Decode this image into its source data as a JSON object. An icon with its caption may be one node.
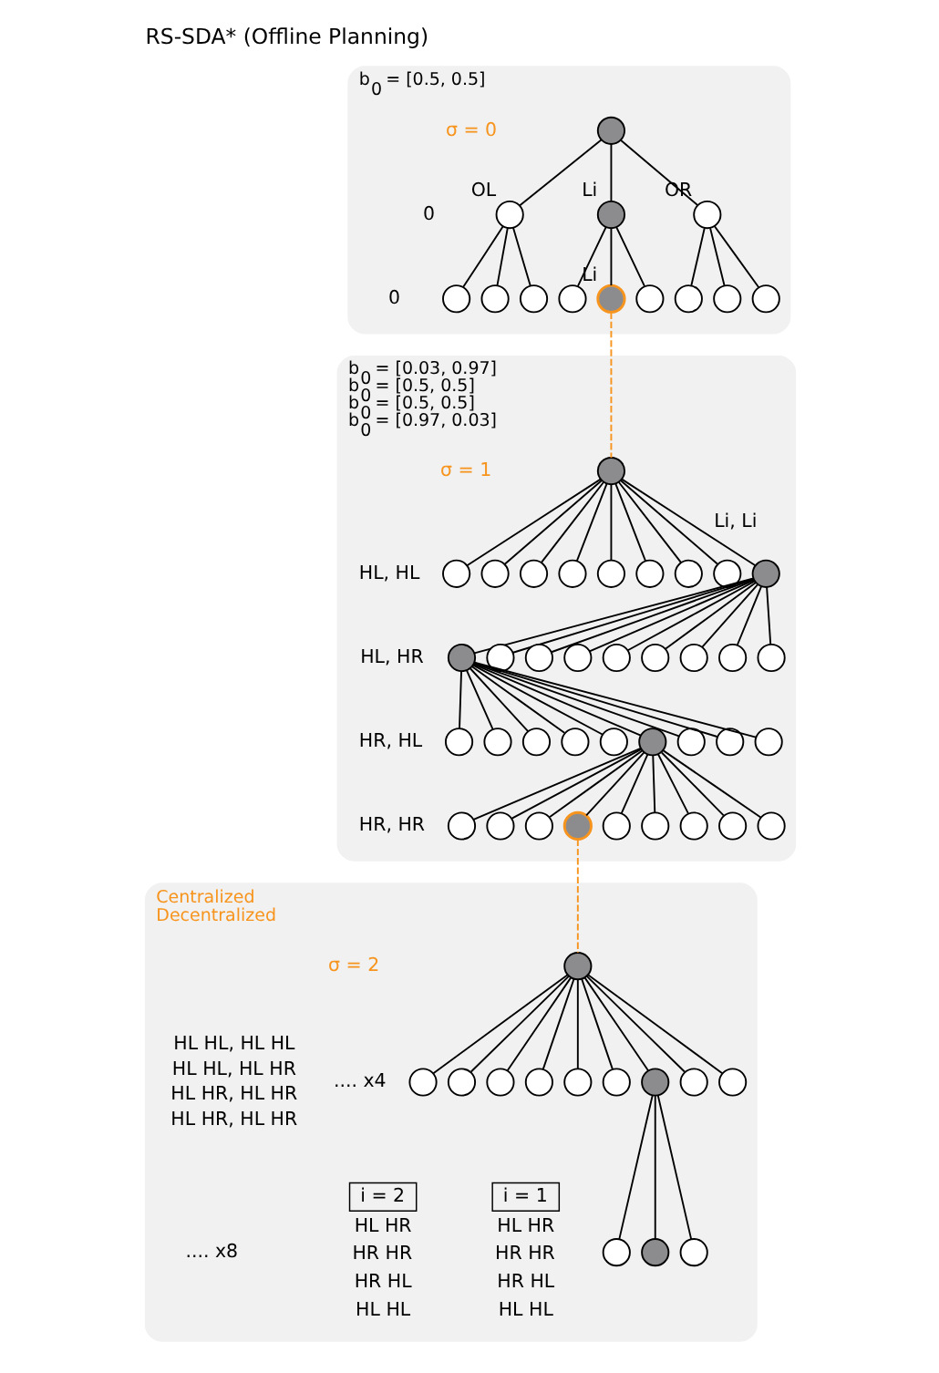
{
  "diagram": {
    "title": "RS-SDA* (Offline Planning)",
    "nodes": [
      {
        "text": [
          "b$_{0}$ = [0.5, 0.5]"
        ]
      },
      {
        "text": [],
        "shape": "circle",
        "in": 0
      },
      {
        "text": [],
        "shape": "circle",
        "in": 0,
        "beside": [
          "OL"
        ]
      },
      {
        "text": [],
        "shape": "circle",
        "in": 0,
        "beside": [
          "Li"
        ]
      },
      {
        "text": [],
        "shape": "circle",
        "in": 0,
        "beside": [
          "OR"
        ]
      },
      {
        "text": [],
        "shape": "circle",
        "in": 0
      },
      {
        "text": [],
        "shape": "circle",
        "in": 0
      },
      {
        "text": [],
        "shape": "circle",
        "in": 0
      },
      {
        "text": [],
        "shape": "circle",
        "in": 0
      },
      {
        "text": [],
        "shape": "circle",
        "in": 0,
        "beside": [
          "Li"
        ]
      },
      {
        "text": [],
        "shape": "circle",
        "in": 0
      },
      {
        "text": [],
        "shape": "circle",
        "in": 0
      },
      {
        "text": [],
        "shape": "circle",
        "in": 0
      },
      {
        "text": [],
        "shape": "circle",
        "in": 0
      },
      {
        "text": [
          "b$_{0}$ = [0.03, 0.97]",
          "b$_{0}$ = [0.5, 0.5]",
          "b$_{0}$ = [0.5, 0.5]",
          "b$_{0}$ = [0.97, 0.03]"
        ]
      },
      {
        "text": [],
        "shape": "circle",
        "in": 14
      },
      {
        "text": [],
        "shape": "circle",
        "in": 14
      },
      {
        "text": [],
        "shape": "circle",
        "in": 14
      },
      {
        "text": [],
        "shape": "circle",
        "in": 14
      },
      {
        "text": [],
        "shape": "circle",
        "in": 14
      },
      {
        "text": [],
        "shape": "circle",
        "in": 14
      },
      {
        "text": [],
        "shape": "circle",
        "in": 14
      },
      {
        "text": [],
        "shape": "circle",
        "in": 14
      },
      {
        "text": [],
        "shape": "circle",
        "in": 14
      },
      {
        "text": [],
        "shape": "circle",
        "in": 14
      },
      {
        "text": [],
        "shape": "circle",
        "in": 14
      },
      {
        "text": [],
        "shape": "circle",
        "in": 14
      },
      {
        "text": [],
        "shape": "circle",
        "in": 14
      },
      {
        "text": [],
        "shape": "circle",
        "in": 14
      },
      {
        "text": [],
        "shape": "circle",
        "in": 14
      },
      {
        "text": [],
        "shape": "circle",
        "in": 14
      },
      {
        "text": [],
        "shape": "circle",
        "in": 14
      },
      {
        "text": [],
        "shape": "circle",
        "in": 14
      },
      {
        "text": [],
        "shape": "circle",
        "in": 14
      },
      {
        "text": [],
        "shape": "circle",
        "in": 14
      },
      {
        "text": [],
        "shape": "circle",
        "in": 14
      },
      {
        "text": [],
        "shape": "circle",
        "in": 14
      },
      {
        "text": [],
        "shape": "circle",
        "in": 14
      },
      {
        "text": [],
        "shape": "circle",
        "in": 14
      },
      {
        "text": [],
        "shape": "circle",
        "in": 14
      },
      {
        "text": [],
        "shape": "circle",
        "in": 14
      },
      {
        "text": [],
        "shape": "circle",
        "in": 14
      },
      {
        "text": [],
        "shape": "circle",
        "in": 14
      },
      {
        "text": [],
        "shape": "circle",
        "in": 14
      },
      {
        "text": [],
        "shape": "circle",
        "in": 14
      },
      {
        "text": [],
        "shape": "circle",
        "in": 14
      },
      {
        "text": [],
        "shape": "circle",
        "in": 14
      },
      {
        "text": [],
        "shape": "circle",
        "in": 14
      },
      {
        "text": [],
        "shape": "circle",
        "in": 14
      },
      {
        "text": [],
        "shape": "circle",
        "in": 14
      },
      {
        "text": [],
        "shape": "circle",
        "in": 14
      },
      {
        "text": [],
        "shape": "circle",
        "in": 14
      },
      {
        "text": [
          "Centralized",
          "Decentralized"
        ]
      },
      {
        "text": [],
        "shape": "circle",
        "in": 52
      },
      {
        "text": [],
        "shape": "circle",
        "in": 52
      },
      {
        "text": [],
        "shape": "circle",
        "in": 52
      },
      {
        "text": [],
        "shape": "circle",
        "in": 52
      },
      {
        "text": [],
        "shape": "circle",
        "in": 52
      },
      {
        "text": [],
        "shape": "circle",
        "in": 52
      },
      {
        "text": [],
        "shape": "circle",
        "in": 52
      },
      {
        "text": [],
        "shape": "circle",
        "in": 52
      },
      {
        "text": [],
        "shape": "circle",
        "in": 52
      },
      {
        "text": [],
        "shape": "circle",
        "in": 52
      },
      {
        "text": [],
        "shape": "circle",
        "in": 52
      },
      {
        "text": [],
        "shape": "circle",
        "in": 52
      },
      {
        "text": [],
        "shape": "circle",
        "in": 52
      },
      {
        "text": [
          "i = 1"
        ],
        "in": 52,
        "beside": [
          "HL HR",
          "HR HR",
          "HR HL",
          "HL HL"
        ]
      },
      {
        "text": [
          "i = 2"
        ],
        "in": 52,
        "beside": [
          "HL HR",
          "HR HR",
          "HR HL",
          "HL HL"
        ]
      }
    ],
    "edges": [
      {
        "from": 1,
        "to": 2,
        "arrow": "none"
      },
      {
        "from": 1,
        "to": 3,
        "arrow": "none"
      },
      {
        "from": 1,
        "to": 4,
        "arrow": "none"
      },
      {
        "from": 2,
        "to": 5,
        "arrow": "none"
      },
      {
        "from": 2,
        "to": 6,
        "arrow": "none"
      },
      {
        "from": 2,
        "to": 7,
        "arrow": "none"
      },
      {
        "from": 3,
        "to": 8,
        "arrow": "none"
      },
      {
        "from": 3,
        "to": 9,
        "arrow": "none"
      },
      {
        "from": 3,
        "to": 10,
        "arrow": "none"
      },
      {
        "from": 4,
        "to": 11,
        "arrow": "none"
      },
      {
        "from": 4,
        "to": 12,
        "arrow": "none"
      },
      {
        "from": 4,
        "to": 13,
        "arrow": "none"
      },
      {
        "from": 9,
        "to": 15,
        "arrow": "none",
        "style": "dashed",
        "color": "#f7941d"
      },
      {
        "from": 15,
        "to": 16,
        "arrow": "none"
      },
      {
        "from": 15,
        "to": 17,
        "arrow": "none"
      },
      {
        "from": 15,
        "to": 18,
        "arrow": "none"
      },
      {
        "from": 15,
        "to": 19,
        "arrow": "none"
      },
      {
        "from": 15,
        "to": 20,
        "arrow": "none"
      },
      {
        "from": 15,
        "to": 21,
        "arrow": "none"
      },
      {
        "from": 15,
        "to": 22,
        "arrow": "none"
      },
      {
        "from": 15,
        "to": 23,
        "arrow": "none"
      },
      {
        "from": 15,
        "to": 24,
        "arrow": "none",
        "label": "Li, Li"
      },
      {
        "from": 24,
        "to": 25,
        "arrow": "none"
      },
      {
        "from": 24,
        "to": 26,
        "arrow": "none"
      },
      {
        "from": 24,
        "to": 27,
        "arrow": "none"
      },
      {
        "from": 24,
        "to": 28,
        "arrow": "none"
      },
      {
        "from": 24,
        "to": 29,
        "arrow": "none"
      },
      {
        "from": 24,
        "to": 30,
        "arrow": "none"
      },
      {
        "from": 24,
        "to": 31,
        "arrow": "none"
      },
      {
        "from": 24,
        "to": 32,
        "arrow": "none"
      },
      {
        "from": 24,
        "to": 33,
        "arrow": "none"
      },
      {
        "from": 25,
        "to": 34,
        "arrow": "none"
      },
      {
        "from": 25,
        "to": 35,
        "arrow": "none"
      },
      {
        "from": 25,
        "to": 36,
        "arrow": "none"
      },
      {
        "from": 25,
        "to": 37,
        "arrow": "none"
      },
      {
        "from": 25,
        "to": 38,
        "arrow": "none"
      },
      {
        "from": 25,
        "to": 39,
        "arrow": "none"
      },
      {
        "from": 25,
        "to": 40,
        "arrow": "none"
      },
      {
        "from": 25,
        "to": 41,
        "arrow": "none"
      },
      {
        "from": 25,
        "to": 42,
        "arrow": "none"
      },
      {
        "from": 39,
        "to": 43,
        "arrow": "none"
      },
      {
        "from": 39,
        "to": 44,
        "arrow": "none"
      },
      {
        "from": 39,
        "to": 45,
        "arrow": "none"
      },
      {
        "from": 39,
        "to": 46,
        "arrow": "none"
      },
      {
        "from": 39,
        "to": 47,
        "arrow": "none"
      },
      {
        "from": 39,
        "to": 48,
        "arrow": "none"
      },
      {
        "from": 39,
        "to": 49,
        "arrow": "none"
      },
      {
        "from": 39,
        "to": 50,
        "arrow": "none"
      },
      {
        "from": 39,
        "to": 51,
        "arrow": "none"
      },
      {
        "from": 46,
        "to": 53,
        "arrow": "none",
        "style": "dashed",
        "color": "#f7941d"
      },
      {
        "from": 53,
        "to": 54,
        "arrow": "none"
      },
      {
        "from": 53,
        "to": 55,
        "arrow": "none"
      },
      {
        "from": 53,
        "to": 56,
        "arrow": "none"
      },
      {
        "from": 53,
        "to": 57,
        "arrow": "none"
      },
      {
        "from": 53,
        "to": 58,
        "arrow": "none"
      },
      {
        "from": 53,
        "to": 59,
        "arrow": "none"
      },
      {
        "from": 53,
        "to": 60,
        "arrow": "none"
      },
      {
        "from": 53,
        "to": 61,
        "arrow": "none"
      },
      {
        "from": 53,
        "to": 62,
        "arrow": "none"
      },
      {
        "from": 60,
        "to": 63,
        "arrow": "none"
      },
      {
        "from": 60,
        "to": 64,
        "arrow": "none"
      },
      {
        "from": 60,
        "to": 65,
        "arrow": "none"
      }
    ],
    "labels": [
      "σ = 0",
      "0",
      "0",
      "σ = 1",
      "HL, HL",
      "HL, HR",
      "HR, HL",
      "HR, HR",
      "σ = 2",
      "HL HL, HL HL",
      "HL HL, HL HR",
      "HL HR, HL HR",
      "HL HR, HL HR",
      ".... x4",
      ".... x8"
    ]
  }
}
